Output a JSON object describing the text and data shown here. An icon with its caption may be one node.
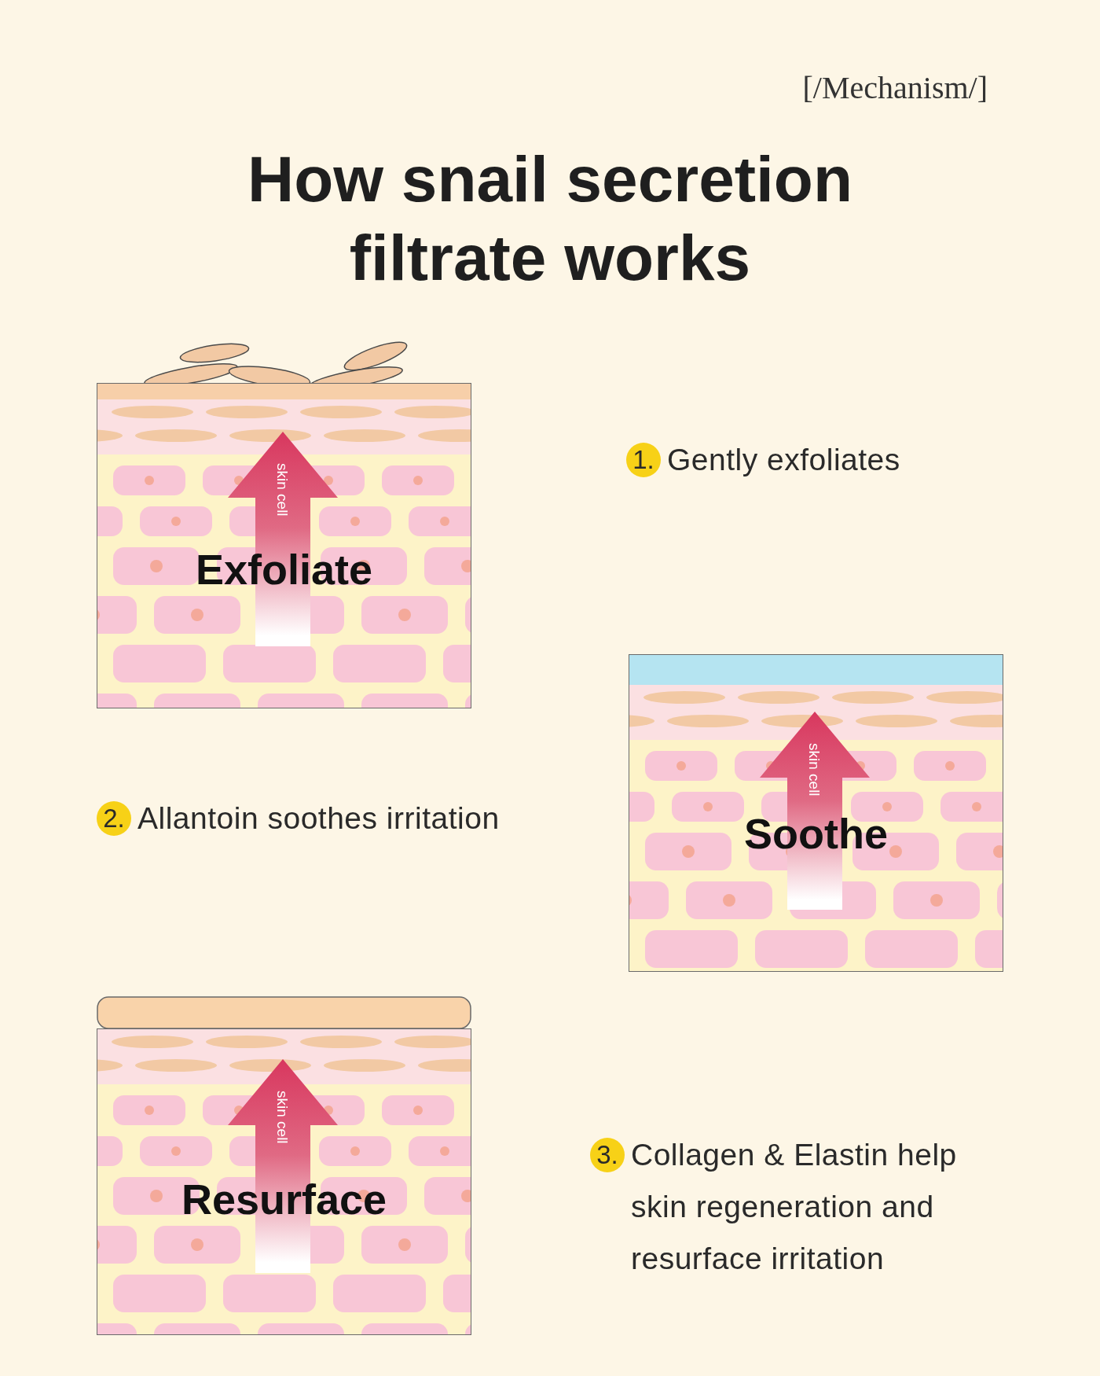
{
  "diagram": {
    "title": "How snail secretion filtrate works",
    "nodes": [
      {
        "text": [
          "Exfoliate",
          "skin cell"
        ]
      },
      {
        "text": [
          "Soothe",
          "skin cell"
        ]
      },
      {
        "text": [
          "Resurface",
          "skin cell"
        ]
      }
    ],
    "labels": [
      "[/Mechanism/]",
      "1.",
      "Gently exfoliates",
      "2.",
      "Allantoin soothes irritation",
      "3.",
      "Collagen & Elastin help skin regeneration and resurface irritation"
    ]
  }
}
